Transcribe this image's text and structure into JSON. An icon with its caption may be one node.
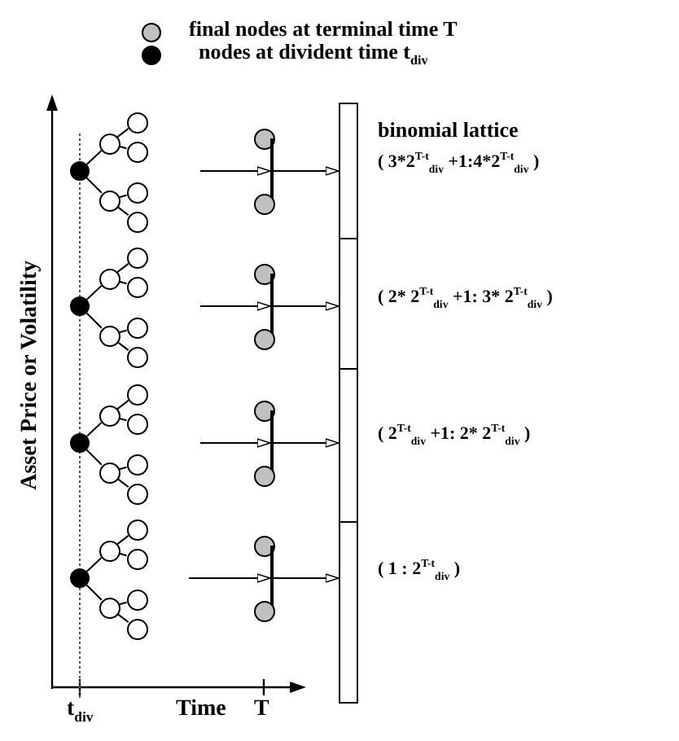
{
  "diagram": {
    "nodes": [
      {
        "text": [],
        "shape": "circle"
      },
      {
        "text": [],
        "shape": "circle"
      },
      {
        "text": [],
        "shape": "circle"
      },
      {
        "text": [],
        "shape": "circle"
      },
      {
        "text": [],
        "shape": "circle"
      },
      {
        "text": [],
        "shape": "circle"
      },
      {
        "text": [],
        "shape": "circle"
      },
      {
        "text": [],
        "shape": "circle"
      },
      {
        "text": [],
        "shape": "bar"
      },
      {
        "text": [],
        "shape": "circle"
      },
      {
        "text": [],
        "shape": "circle"
      },
      {
        "text": [],
        "shape": "circle"
      },
      {
        "text": [],
        "shape": "circle"
      },
      {
        "text": [],
        "shape": "circle"
      },
      {
        "text": [],
        "shape": "circle"
      },
      {
        "text": [],
        "shape": "circle"
      },
      {
        "text": [],
        "shape": "circle"
      },
      {
        "text": [],
        "shape": "circle"
      },
      {
        "text": [],
        "shape": "bar"
      },
      {
        "text": [],
        "shape": "circle"
      },
      {
        "text": [],
        "shape": "circle"
      },
      {
        "text": [],
        "shape": "circle"
      },
      {
        "text": [],
        "shape": "circle"
      },
      {
        "text": [],
        "shape": "circle"
      },
      {
        "text": [],
        "shape": "circle"
      },
      {
        "text": [],
        "shape": "circle"
      },
      {
        "text": [],
        "shape": "circle"
      },
      {
        "text": [],
        "shape": "circle"
      },
      {
        "text": [],
        "shape": "bar"
      },
      {
        "text": [],
        "shape": "circle"
      },
      {
        "text": [],
        "shape": "circle"
      },
      {
        "text": [],
        "shape": "circle"
      },
      {
        "text": [],
        "shape": "circle"
      },
      {
        "text": [],
        "shape": "circle"
      },
      {
        "text": [],
        "shape": "circle"
      },
      {
        "text": [],
        "shape": "circle"
      },
      {
        "text": [],
        "shape": "circle"
      },
      {
        "text": [],
        "shape": "circle"
      },
      {
        "text": [],
        "shape": "bar"
      },
      {
        "text": [],
        "shape": "circle"
      },
      {
        "text": [],
        "shape": "box",
        "beside": [
          "( 3*2$^{T-t}$$_{div}$ +1:4*2$^{T-t}$$_{div}$ )"
        ]
      },
      {
        "text": [],
        "shape": "box",
        "beside": [
          "( 2* 2$^{T-t}$$_{div}$ +1: 3* 2$^{T-t}$$_{div}$ )"
        ]
      },
      {
        "text": [],
        "shape": "box",
        "beside": [
          "( 2$^{T-t}$$_{div}$ +1: 2* 2$^{T-t}$$_{div}$ )"
        ]
      },
      {
        "text": [],
        "shape": "box",
        "beside": [
          "( 1 : 2$^{T-t}$$_{div}$ )"
        ]
      }
    ],
    "edges": [
      {
        "from": 0,
        "to": 1,
        "arrow": "none"
      },
      {
        "from": 0,
        "to": 2,
        "arrow": "none"
      },
      {
        "from": 1,
        "to": 3,
        "arrow": "none"
      },
      {
        "from": 1,
        "to": 4,
        "arrow": "none"
      },
      {
        "from": 2,
        "to": 5,
        "arrow": "none"
      },
      {
        "from": 2,
        "to": 6,
        "arrow": "none"
      },
      {
        "from": null,
        "to": 8,
        "arrow": "to"
      },
      {
        "from": 8,
        "to": 40,
        "arrow": "to"
      },
      {
        "from": 10,
        "to": 11,
        "arrow": "none"
      },
      {
        "from": 10,
        "to": 12,
        "arrow": "none"
      },
      {
        "from": 11,
        "to": 13,
        "arrow": "none"
      },
      {
        "from": 11,
        "to": 14,
        "arrow": "none"
      },
      {
        "from": 12,
        "to": 15,
        "arrow": "none"
      },
      {
        "from": 12,
        "to": 16,
        "arrow": "none"
      },
      {
        "from": null,
        "to": 18,
        "arrow": "to"
      },
      {
        "from": 18,
        "to": 41,
        "arrow": "to"
      },
      {
        "from": 20,
        "to": 21,
        "arrow": "none"
      },
      {
        "from": 20,
        "to": 22,
        "arrow": "none"
      },
      {
        "from": 21,
        "to": 23,
        "arrow": "none"
      },
      {
        "from": 21,
        "to": 24,
        "arrow": "none"
      },
      {
        "from": 22,
        "to": 25,
        "arrow": "none"
      },
      {
        "from": 22,
        "to": 26,
        "arrow": "none"
      },
      {
        "from": null,
        "to": 28,
        "arrow": "to"
      },
      {
        "from": 28,
        "to": 42,
        "arrow": "to"
      },
      {
        "from": 30,
        "to": 31,
        "arrow": "none"
      },
      {
        "from": 30,
        "to": 32,
        "arrow": "none"
      },
      {
        "from": 31,
        "to": 33,
        "arrow": "none"
      },
      {
        "from": 31,
        "to": 34,
        "arrow": "none"
      },
      {
        "from": 32,
        "to": 35,
        "arrow": "none"
      },
      {
        "from": 32,
        "to": 36,
        "arrow": "none"
      },
      {
        "from": null,
        "to": 38,
        "arrow": "to"
      },
      {
        "from": 38,
        "to": 43,
        "arrow": "to"
      }
    ],
    "labels": [
      "binomial lattice",
      "Asset Price or Volatility",
      "t$_{div}$",
      "Time",
      "T"
    ],
    "legend": [
      {
        "text": "final nodes at terminal time T",
        "color": "#c0c0c0"
      },
      {
        "text": "nodes at divident time t$_{div}$",
        "color": "#000000"
      }
    ]
  }
}
